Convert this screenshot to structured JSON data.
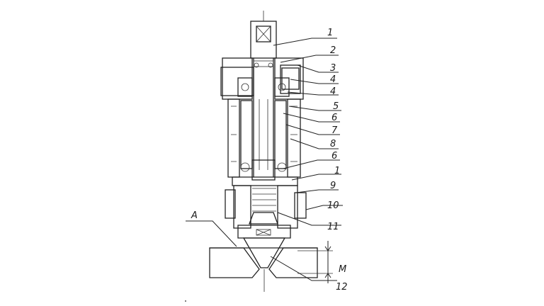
{
  "drawing": {
    "callouts": [
      "1",
      "2",
      "3",
      "4",
      "4",
      "5",
      "6",
      "7",
      "8",
      "6",
      "1",
      "9",
      "10",
      "11",
      "12"
    ],
    "label_a": "A",
    "label_m": "M"
  }
}
